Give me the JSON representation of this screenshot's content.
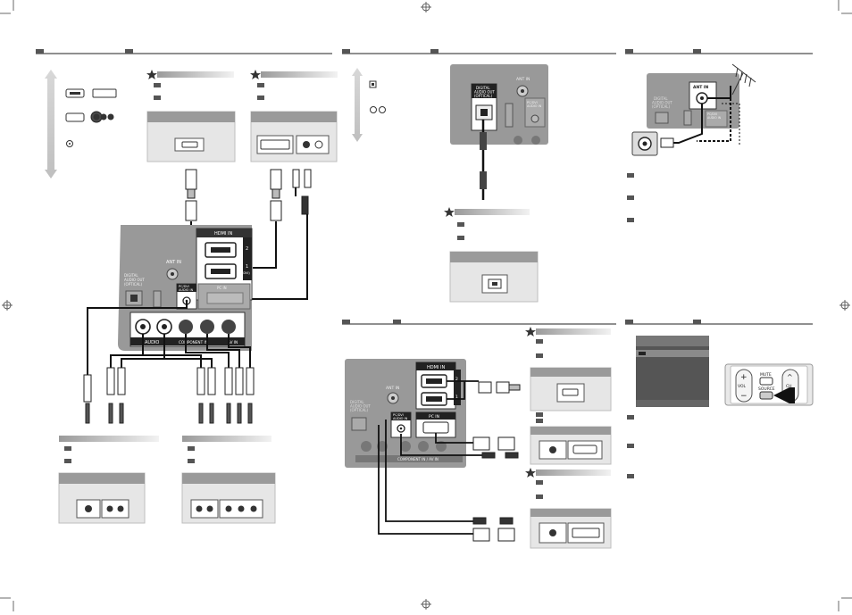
{
  "panel_tv_back": {
    "hdmi_in": "HDMI IN",
    "hdmi_port_1": "1",
    "hdmi_port_2": "2",
    "hdmi_port_dvi": "(DVI)",
    "ant_in": "ANT IN",
    "digital_audio_out": [
      "DIGITAL",
      "AUDIO OUT",
      "(OPTICAL)"
    ],
    "pc_dvi_audio_in": [
      "PC/DVI",
      "AUDIO IN"
    ],
    "pc_in": "PC IN",
    "audio_label": "AUDIO",
    "component_in": "COMPONENT IN",
    "av_in": "AV IN"
  },
  "panel_optical": {
    "digital_audio_out": [
      "DIGITAL",
      "AUDIO OUT",
      "(OPTICAL)"
    ],
    "ant_in": "ANT IN",
    "pc_dvi_audio_in": [
      "PC/DVI",
      "AUDIO IN"
    ]
  },
  "panel_antenna": {
    "ant_in": "ANT IN",
    "digital_audio_out": [
      "DIGITAL",
      "AUDIO OUT",
      "(OPTICAL)"
    ],
    "pc_dvi_audio_in": [
      "PC/DVI",
      "AUDIO IN"
    ]
  },
  "panel_pc": {
    "hdmi_in": "HDMI IN",
    "hdmi_port_1": "1",
    "hdmi_port_2": "2",
    "ant_in": "ANT IN",
    "pc_in": "PC IN",
    "digital_audio_out": [
      "DIGITAL",
      "AUDIO OUT",
      "(OPTICAL)"
    ],
    "pc_dvi_audio_in": [
      "PC/DVI",
      "AUDIO IN"
    ],
    "component_in": "COMPONENT IN / AV IN"
  },
  "remote": {
    "vol": "VOL",
    "ch": "CH",
    "mute": "MUTE",
    "source": "SOURCE",
    "plus": "+",
    "minus": "−"
  }
}
